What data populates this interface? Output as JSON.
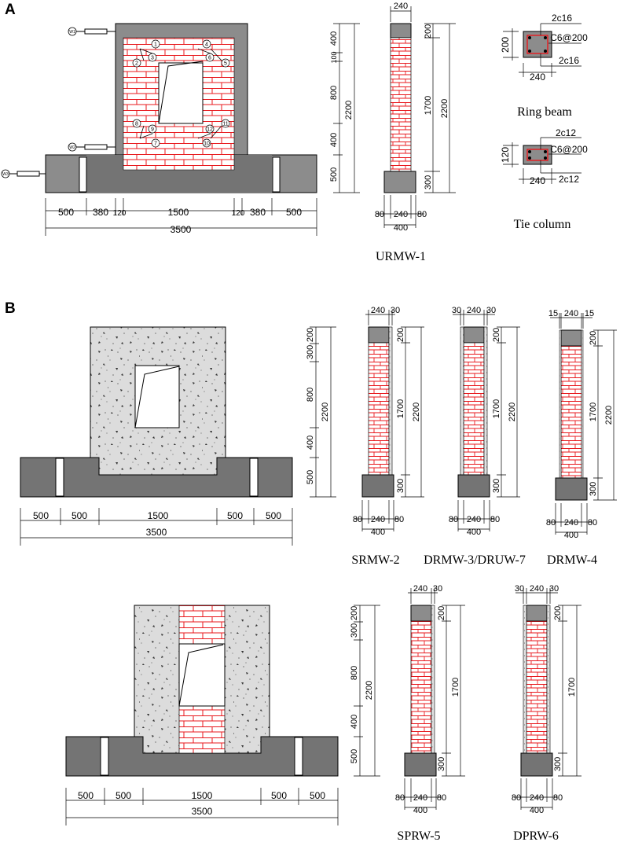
{
  "panels": {
    "A": {
      "label": "A",
      "elevation": {
        "horizontal_dims": [
          "500",
          "380",
          "120",
          "1500",
          "120",
          "380",
          "500"
        ],
        "total": "3500",
        "vertical_dims": [
          "400",
          "100",
          "800",
          "400",
          "500"
        ],
        "height_total": "2200",
        "pins": [
          "1",
          "2",
          "3",
          "4",
          "5",
          "6",
          "7",
          "8",
          "9",
          "10",
          "11",
          "12"
        ],
        "transducers": [
          "W1",
          "W2",
          "W3"
        ]
      },
      "section": {
        "name": "URMW-1",
        "top_width": "240",
        "left_dims": [
          "400",
          "100",
          "800",
          "400",
          "500"
        ],
        "left_total": "2200",
        "right_dims": [
          "200",
          "1700",
          "300"
        ],
        "right_total": "2200",
        "bottom_dims": [
          "80",
          "240",
          "80"
        ],
        "bottom_total": "400"
      },
      "ring_beam": {
        "title": "Ring beam",
        "top_bar": "2c16",
        "stirrup": "C6@200",
        "bottom_bar": "2c16",
        "height": "200",
        "width": "240"
      },
      "tie_column": {
        "title": "Tie column",
        "top_bar": "2c12",
        "stirrup": "C6@200",
        "bottom_bar": "2c12",
        "height": "120",
        "width": "240"
      }
    },
    "B": {
      "label": "B",
      "elevation1": {
        "horizontal_dims": [
          "500",
          "500",
          "1500",
          "500",
          "500"
        ],
        "total": "3500",
        "vertical_dims": [
          "200",
          "300",
          "800",
          "400",
          "500"
        ],
        "height_total": "2200"
      },
      "elevation2": {
        "horizontal_dims": [
          "500",
          "500",
          "1500",
          "500",
          "500"
        ],
        "total": "3500",
        "vertical_dims": [
          "200",
          "300",
          "800",
          "400",
          "500"
        ],
        "height_total": "2200"
      },
      "sections": [
        {
          "name": "SRMW-2",
          "top_dims": [
            "240",
            "30"
          ],
          "right_dims": [
            "200",
            "1700",
            "300"
          ],
          "right_total": "2200",
          "bottom_dims": [
            "80",
            "240",
            "80"
          ],
          "bottom_total": "400"
        },
        {
          "name": "DRMW-3/DRUW-7",
          "top_dims": [
            "30",
            "240",
            "30"
          ],
          "right_dims": [
            "200",
            "1700",
            "300"
          ],
          "right_total": "2200",
          "bottom_dims": [
            "80",
            "240",
            "80"
          ],
          "bottom_total": "400"
        },
        {
          "name": "DRMW-4",
          "top_dims": [
            "15",
            "240",
            "15"
          ],
          "right_dims": [
            "200",
            "1700",
            "300"
          ],
          "right_total": "2200",
          "bottom_dims": [
            "80",
            "240",
            "80"
          ],
          "bottom_total": "400"
        },
        {
          "name": "SPRW-5",
          "top_dims": [
            "240",
            "30"
          ],
          "right_dims": [
            "200",
            "1700",
            "300"
          ],
          "bottom_dims": [
            "80",
            "240",
            "80"
          ],
          "bottom_total": "400"
        },
        {
          "name": "DPRW-6",
          "top_dims": [
            "30",
            "240",
            "30"
          ],
          "right_dims": [
            "200",
            "1700",
            "300"
          ],
          "bottom_dims": [
            "80",
            "240",
            "80"
          ],
          "bottom_total": "400"
        }
      ]
    }
  },
  "colors": {
    "brick": "#e8191e",
    "concrete": "#dcdcdc",
    "steel_gray": "#8c8c8c",
    "dark_gray": "#747474",
    "line": "#000000"
  }
}
